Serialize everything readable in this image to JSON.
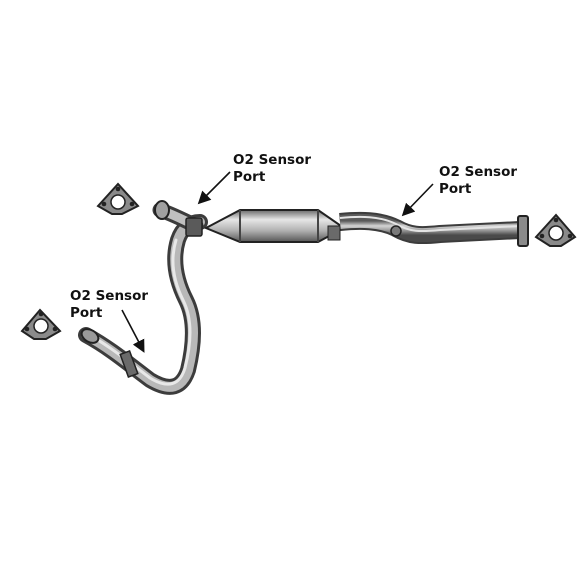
{
  "callouts": [
    {
      "line1": "O2 Sensor",
      "line2": "Port"
    },
    {
      "line1": "O2 Sensor",
      "line2": "Port"
    },
    {
      "line1": "O2 Sensor",
      "line2": "Port"
    }
  ],
  "colors": {
    "pipe_dark": "#4a4a4a",
    "pipe_mid": "#9a9a9a",
    "pipe_light": "#d8d8d8",
    "text": "#111111",
    "background": "#ffffff"
  },
  "icons": [
    "gasket-icon",
    "catalytic-converter-icon",
    "exhaust-pipe-icon",
    "arrow-icon"
  ]
}
